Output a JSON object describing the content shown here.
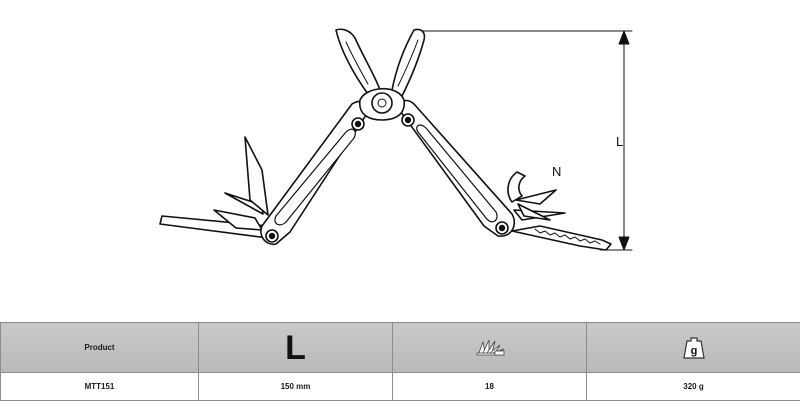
{
  "drawing": {
    "dimension_label_length": "L",
    "tool_label": "N"
  },
  "table": {
    "header": {
      "product_label": "Product",
      "length_icon_letter": "L",
      "tools_icon": "tools-count-icon",
      "weight_icon_letter": "g",
      "weight_icon": "weight-icon"
    },
    "row": {
      "product_code": "MTT151",
      "length": "150 mm",
      "tools": "18",
      "weight": "320 g"
    },
    "colors": {
      "product_code": "#e36a1a",
      "header_bg": "#c0c0c0",
      "border": "#8c8c8c"
    }
  }
}
